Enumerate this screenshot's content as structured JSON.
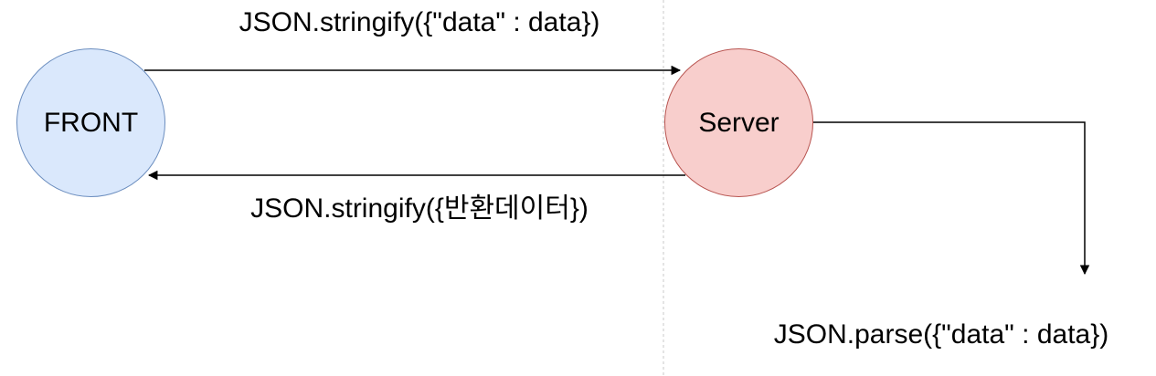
{
  "diagram": {
    "nodes": {
      "front": {
        "label": "FRONT",
        "fill": "#dae8fc",
        "stroke": "#6c8ebf"
      },
      "server": {
        "label": "Server",
        "fill": "#f8cecc",
        "stroke": "#b85450"
      }
    },
    "edges": {
      "request": {
        "label": "JSON.stringify({\"data\" : data})",
        "from": "FRONT",
        "to": "Server"
      },
      "response": {
        "label": "JSON.stringify({반환데이터})",
        "from": "Server",
        "to": "FRONT"
      },
      "parse": {
        "label": "JSON.parse({\"data\" : data})",
        "from": "Server"
      }
    },
    "colors": {
      "connector": "#000000",
      "divider": "#c9c9c9",
      "text": "#000000",
      "background": "#ffffff"
    }
  }
}
